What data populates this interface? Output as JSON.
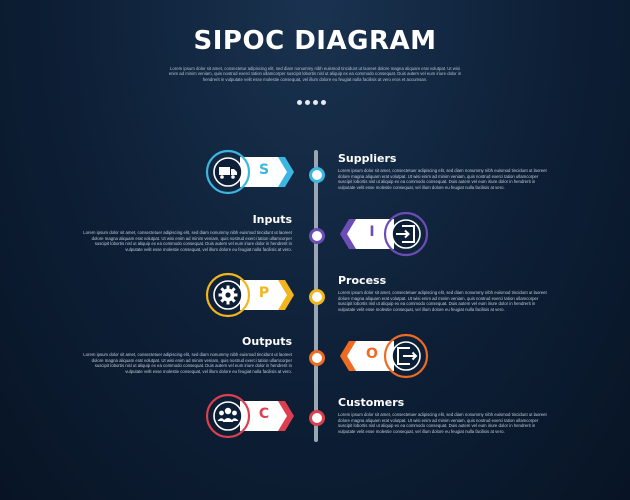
{
  "title": "SIPOC DIAGRAM",
  "subtitle": "Lorem ipsum dolor sit amet, consectetur adipiscing elit, sed diam nonummy nibh euismod tincidunt ut laoreet dolore magna aliquam erat volutpat. Ut wisi enim ad minim veniam, quis nostrud exerci tation ullamcorper suscipit lobortis nisl ut aliquip ex ea commodo consequat. Duis autem vel eum iriure dolor in hendrerit in vulputate velit esse molestie consequat, vel illum dolore eu feugiat nulla facilisis at vero eros et accumsan.",
  "colors": {
    "s": "#3bb6e0",
    "i": "#6c4db8",
    "p": "#f2b51c",
    "o": "#ef6b22",
    "c": "#dc3f50"
  },
  "steps": [
    {
      "letter": "S",
      "title": "Suppliers",
      "icon": "truck-icon",
      "desc": "Lorem ipsum dolor sit amet, consectetuer adipiscing elit, sed diam nonummy nibh euismod tincidunt ut laoreet dolore magna aliquam erat volutpat. Ut wisi enim ad minim veniam, quis nostrud exerci tation ullamcorper suscipit lobortis nisl ut aliquip ex ea commodo consequat. Duis autem vel eum iriure dolor in hendrerit in vulputate velit esse molestie consequat, vel illum dolore eu feugiat nulla facilisis at vero."
    },
    {
      "letter": "I",
      "title": "Inputs",
      "icon": "login-icon",
      "desc": "Lorem ipsum dolor sit amet, consectetuer adipiscing elit, sed diam nonummy nibh euismod tincidunt ut laoreet dolore magna aliquam erat volutpat. Ut wisi enim ad minim veniam, quis nostrud exerci tation ullamcorper suscipit lobortis nisl ut aliquip ex ea commodo consequat. Duis autem vel eum iriure dolor in hendrerit in vulputate velit esse molestie consequat, vel illum dolore eu feugiat nulla facilisis at vero."
    },
    {
      "letter": "P",
      "title": "Process",
      "icon": "gear-icon",
      "desc": "Lorem ipsum dolor sit amet, consectetuer adipiscing elit, sed diam nonummy nibh euismod tincidunt ut laoreet dolore magna aliquam erat volutpat. Ut wisi enim ad minim veniam, quis nostrud exerci tation ullamcorper suscipit lobortis nisl ut aliquip ex ea commodo consequat. Duis autem vel eum iriure dolor in hendrerit in vulputate velit esse molestie consequat, vel illum dolore eu feugiat nulla facilisis at vero."
    },
    {
      "letter": "O",
      "title": "Outputs",
      "icon": "logout-icon",
      "desc": "Lorem ipsum dolor sit amet, consectetuer adipiscing elit, sed diam nonummy nibh euismod tincidunt ut laoreet dolore magna aliquam erat volutpat. Ut wisi enim ad minim veniam, quis nostrud exerci tation ullamcorper suscipit lobortis nisl ut aliquip ex ea commodo consequat. Duis autem vel eum iriure dolor in hendrerit in vulputate velit esse molestie consequat, vel illum dolore eu feugiat nulla facilisis at vero."
    },
    {
      "letter": "C",
      "title": "Customers",
      "icon": "users-icon",
      "desc": "Lorem ipsum dolor sit amet, consectetuer adipiscing elit, sed diam nonummy nibh euismod tincidunt ut laoreet dolore magna aliquam erat volutpat. Ut wisi enim ad minim veniam, quis nostrud exerci tation ullamcorper suscipit lobortis nisl ut aliquip ex ea commodo consequat. Duis autem vel eum iriure dolor in hendrerit in vulputate velit esse molestie consequat, vel illum dolore eu feugiat nulla facilisis at vero."
    }
  ]
}
